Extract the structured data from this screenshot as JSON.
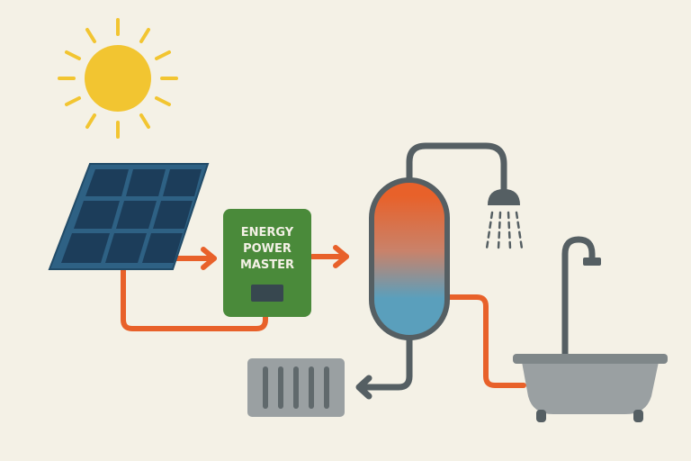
{
  "controller": {
    "line1": "ENERGY",
    "line2": "POWER",
    "line3": "MASTER"
  },
  "colors": {
    "background": "#f4f1e6",
    "sun": "#f2c531",
    "panel_frame": "#2e6184",
    "panel_cell": "#1c3d5a",
    "controller": "#4a8a3a",
    "wire": "#e8612a",
    "pipe": "#555f63",
    "tank_hot": "#e8612a",
    "tank_cold": "#5a9fbc",
    "fixture": "#9aa0a2"
  }
}
